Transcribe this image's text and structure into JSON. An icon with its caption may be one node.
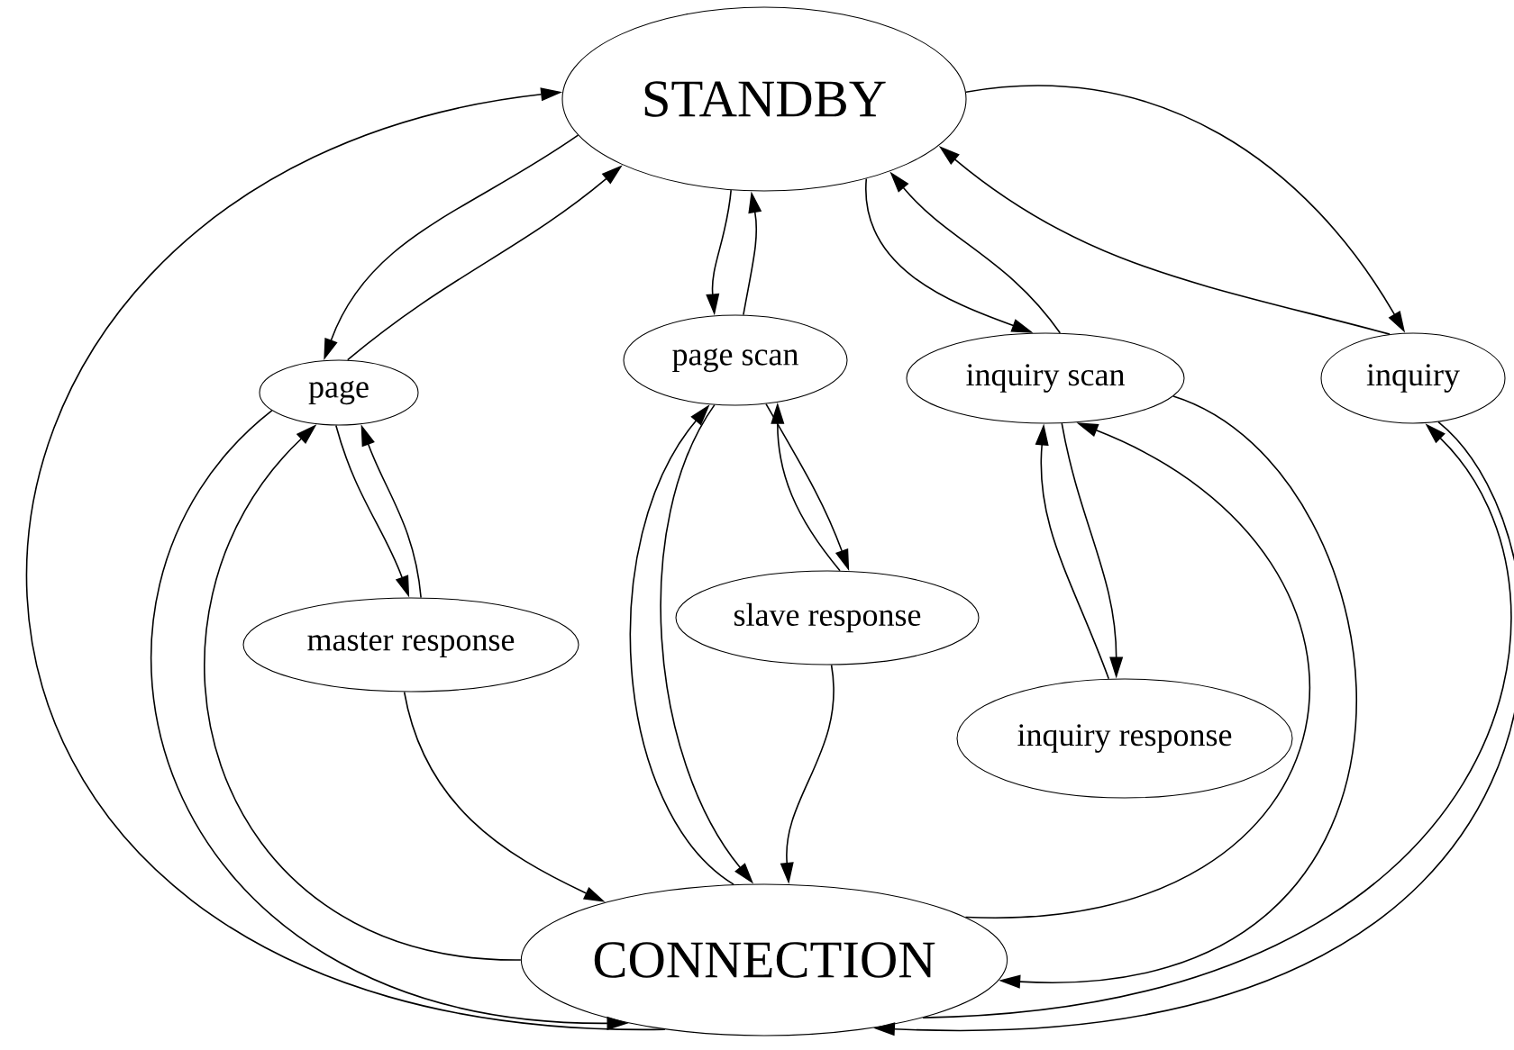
{
  "diagram": {
    "nodes": [
      {
        "text": [
          "STANDBY"
        ]
      },
      {
        "text": [
          "page"
        ]
      },
      {
        "text": [
          "page scan"
        ]
      },
      {
        "text": [
          "inquiry scan"
        ]
      },
      {
        "text": [
          "inquiry"
        ]
      },
      {
        "text": [
          "master response"
        ]
      },
      {
        "text": [
          "slave response"
        ]
      },
      {
        "text": [
          "inquiry response"
        ]
      },
      {
        "text": [
          "CONNECTION"
        ]
      }
    ],
    "edges": [
      {
        "from": 8,
        "to": 0,
        "arrow": "to"
      },
      {
        "from": 0,
        "to": 1,
        "arrow": "to"
      },
      {
        "from": 1,
        "to": 0,
        "arrow": "to"
      },
      {
        "from": 0,
        "to": 2,
        "arrow": "to"
      },
      {
        "from": 2,
        "to": 0,
        "arrow": "to"
      },
      {
        "from": 0,
        "to": 3,
        "arrow": "to"
      },
      {
        "from": 3,
        "to": 0,
        "arrow": "to"
      },
      {
        "from": 0,
        "to": 4,
        "arrow": "to"
      },
      {
        "from": 4,
        "to": 0,
        "arrow": "to"
      },
      {
        "from": 1,
        "to": 5,
        "arrow": "to"
      },
      {
        "from": 5,
        "to": 1,
        "arrow": "to"
      },
      {
        "from": 2,
        "to": 6,
        "arrow": "to"
      },
      {
        "from": 6,
        "to": 2,
        "arrow": "to"
      },
      {
        "from": 3,
        "to": 7,
        "arrow": "to"
      },
      {
        "from": 7,
        "to": 3,
        "arrow": "to"
      },
      {
        "from": 5,
        "to": 8,
        "arrow": "to"
      },
      {
        "from": 6,
        "to": 8,
        "arrow": "to"
      },
      {
        "from": 1,
        "to": 8,
        "arrow": "to"
      },
      {
        "from": 8,
        "to": 1,
        "arrow": "to"
      },
      {
        "from": 8,
        "to": 2,
        "arrow": "to"
      },
      {
        "from": 2,
        "to": 8,
        "arrow": "to"
      },
      {
        "from": 8,
        "to": 3,
        "arrow": "to"
      },
      {
        "from": 3,
        "to": 8,
        "arrow": "to"
      },
      {
        "from": 8,
        "to": 4,
        "arrow": "to"
      },
      {
        "from": 4,
        "to": 8,
        "arrow": "to"
      }
    ]
  }
}
